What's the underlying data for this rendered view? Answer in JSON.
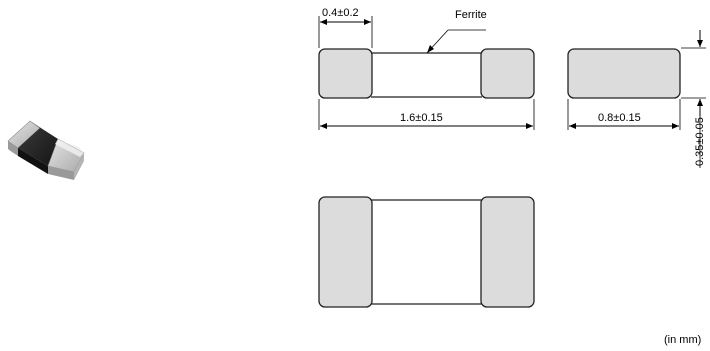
{
  "labels": {
    "ferrite": "Ferrite",
    "electrode_width": "0.4±0.2",
    "length": "1.6±0.15",
    "width": "0.8±0.15",
    "thickness": "0.35±0.05",
    "units": "(in mm)"
  },
  "colors": {
    "electrode_fill": "#dcdcdc",
    "outline": "#222222",
    "chip_body": "#2a2a2a",
    "chip_terminal": "#c8c8c8"
  }
}
